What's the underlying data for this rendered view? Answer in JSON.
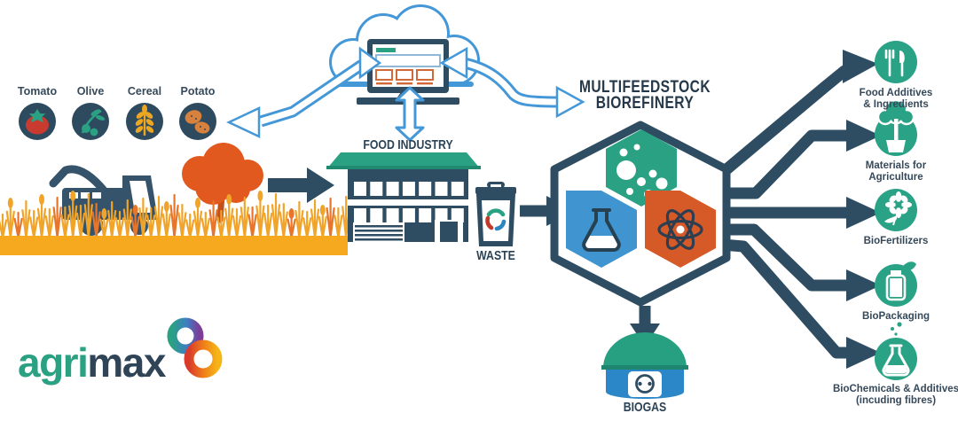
{
  "title": {
    "line1": "MULTIFEEDSTOCK",
    "line2": "BIOREFINERY"
  },
  "crops": {
    "items": [
      {
        "label": "Tomato",
        "icon": "tomato-icon"
      },
      {
        "label": "Olive",
        "icon": "olive-icon"
      },
      {
        "label": "Cereal",
        "icon": "cereal-icon"
      },
      {
        "label": "Potato",
        "icon": "potato-icon"
      }
    ]
  },
  "food_industry": {
    "label": "FOOD INDUSTRY"
  },
  "waste": {
    "label": "WASTE"
  },
  "biogas": {
    "label": "BIOGAS"
  },
  "outputs": [
    {
      "line1": "Food Additives",
      "line2": "& Ingredients",
      "icon": "fork-knife-icon"
    },
    {
      "line1": "Materials for",
      "line2": "Agriculture",
      "icon": "potted-tree-icon"
    },
    {
      "line1": "BioFertilizers",
      "line2": "",
      "icon": "flower-icon"
    },
    {
      "line1": "BioPackaging",
      "line2": "",
      "icon": "bottle-leaf-icon"
    },
    {
      "line1": "BioChemicals & Additives",
      "line2": "(incuding fibres)",
      "icon": "chemical-flask-icon"
    }
  ],
  "logo": {
    "part1": "agri",
    "part2": "max"
  },
  "icons": {
    "cloud": "cloud-data-platform-icon",
    "monitor": "web-dashboard-icon",
    "harvester": "combine-harvester-icon",
    "tree": "orange-tree-icon",
    "building": "food-factory-building-icon",
    "waste_bin": "recycle-waste-bin-icon",
    "biorefinery_cells": [
      "bubbles-hexagon-icon",
      "flask-hexagon-icon",
      "atom-hexagon-icon"
    ],
    "biogas_dome": "power-outlet-dome-icon"
  },
  "colors": {
    "navy": "#2e4d63",
    "teal_green": "#2aa183",
    "hex_blue": "#4094d0",
    "hex_orange": "#d55a28",
    "gold": "#f2a81e",
    "wheat_orange": "#e5762b",
    "light_blue_arrow": "#4598d8",
    "tomato_red": "#c93b2e",
    "biogas_blue": "#2b87c8"
  }
}
